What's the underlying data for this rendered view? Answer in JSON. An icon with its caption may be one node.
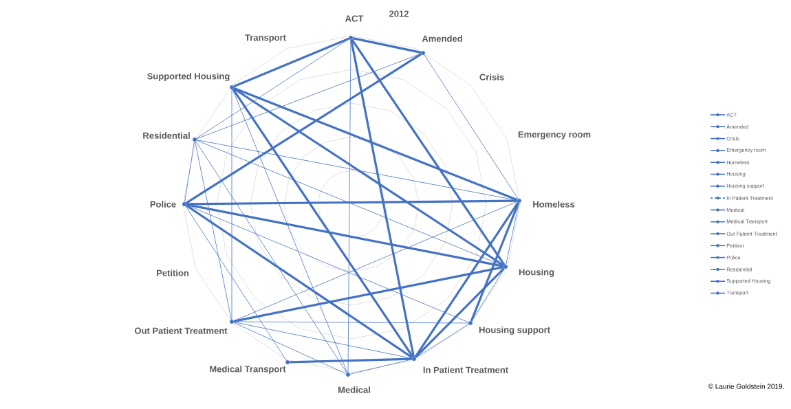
{
  "diagram": {
    "title": "2012",
    "nodes": [
      {
        "text": [],
        "shape": "circle",
        "beside": [
          "ACT"
        ]
      },
      {
        "text": [],
        "shape": "circle",
        "beside": [
          "Amended"
        ]
      },
      {
        "text": [],
        "shape": "circle",
        "beside": [
          "Homeless"
        ]
      },
      {
        "text": [],
        "shape": "circle",
        "beside": [
          "Housing"
        ]
      },
      {
        "text": [],
        "shape": "circle",
        "beside": [
          "Housing support"
        ]
      },
      {
        "text": [],
        "shape": "circle",
        "beside": [
          "In Patient Treatment"
        ]
      },
      {
        "text": [],
        "shape": "circle",
        "beside": [
          "Medical"
        ]
      },
      {
        "text": [],
        "shape": "circle",
        "beside": [
          "Medical Transport"
        ]
      },
      {
        "text": [],
        "shape": "circle",
        "beside": [
          "Out Patient Treatment"
        ]
      },
      {
        "text": [],
        "shape": "circle",
        "beside": [
          "Police"
        ]
      },
      {
        "text": [],
        "shape": "circle",
        "beside": [
          "Residential"
        ]
      },
      {
        "text": [],
        "shape": "circle",
        "beside": [
          "Supported Housing"
        ]
      }
    ],
    "edges": [
      {
        "from": 0,
        "to": 1,
        "arrow": "none",
        "style": "thick"
      },
      {
        "from": 0,
        "to": 11,
        "arrow": "none",
        "style": "thick"
      },
      {
        "from": 0,
        "to": 10,
        "arrow": "none"
      },
      {
        "from": 0,
        "to": 5,
        "arrow": "none",
        "style": "thick"
      },
      {
        "from": 0,
        "to": 3,
        "arrow": "none",
        "style": "thick"
      },
      {
        "from": 0,
        "to": 6,
        "arrow": "none"
      },
      {
        "from": 1,
        "to": 9,
        "arrow": "none",
        "style": "thick"
      },
      {
        "from": 1,
        "to": 10,
        "arrow": "none"
      },
      {
        "from": 1,
        "to": 2,
        "arrow": "none"
      },
      {
        "from": 11,
        "to": 2,
        "arrow": "none",
        "style": "thick"
      },
      {
        "from": 11,
        "to": 3,
        "arrow": "none",
        "style": "thick"
      },
      {
        "from": 11,
        "to": 8,
        "arrow": "none"
      },
      {
        "from": 11,
        "to": 5,
        "arrow": "none",
        "style": "thick"
      },
      {
        "from": 11,
        "to": 6,
        "arrow": "none"
      },
      {
        "from": 10,
        "to": 2,
        "arrow": "none"
      },
      {
        "from": 10,
        "to": 3,
        "arrow": "none"
      },
      {
        "from": 10,
        "to": 9,
        "arrow": "none"
      },
      {
        "from": 10,
        "to": 8,
        "arrow": "none"
      },
      {
        "from": 10,
        "to": 6,
        "arrow": "none"
      },
      {
        "from": 9,
        "to": 2,
        "arrow": "none",
        "style": "thick"
      },
      {
        "from": 9,
        "to": 3,
        "arrow": "none",
        "style": "thick"
      },
      {
        "from": 9,
        "to": 5,
        "arrow": "none",
        "style": "thick"
      },
      {
        "from": 9,
        "to": 4,
        "arrow": "none"
      },
      {
        "from": 9,
        "to": 7,
        "arrow": "none"
      },
      {
        "from": 8,
        "to": 3,
        "arrow": "none",
        "style": "thick"
      },
      {
        "from": 8,
        "to": 2,
        "arrow": "none"
      },
      {
        "from": 8,
        "to": 4,
        "arrow": "none"
      },
      {
        "from": 8,
        "to": 5,
        "arrow": "none"
      },
      {
        "from": 8,
        "to": 6,
        "arrow": "none"
      },
      {
        "from": 7,
        "to": 5,
        "arrow": "none",
        "style": "thick"
      },
      {
        "from": 6,
        "to": 5,
        "arrow": "none"
      },
      {
        "from": 5,
        "to": 2,
        "arrow": "none",
        "style": "thick"
      },
      {
        "from": 5,
        "to": 3,
        "arrow": "none",
        "style": "thick"
      },
      {
        "from": 5,
        "to": 4,
        "arrow": "none"
      },
      {
        "from": 3,
        "to": 4,
        "arrow": "none"
      },
      {
        "from": 2,
        "to": 4,
        "arrow": "none",
        "style": "thick"
      },
      {
        "from": 2,
        "to": 3,
        "arrow": "none"
      }
    ],
    "labels": [
      "Transport",
      "Crisis",
      "Emergency room",
      "Petition",
      "© Laurie Goldstein 2019."
    ],
    "legend": [
      {
        "text": "ACT"
      },
      {
        "text": "Amended"
      },
      {
        "text": "Crisis"
      },
      {
        "text": "Emergency room"
      },
      {
        "text": "Homeless"
      },
      {
        "text": "Housing"
      },
      {
        "text": "Housing support"
      },
      {
        "text": "In Patient Treatment"
      },
      {
        "text": "Medical"
      },
      {
        "text": "Medical Transport"
      },
      {
        "text": "Out Patient Treatment"
      },
      {
        "text": "Petition"
      },
      {
        "text": "Police"
      },
      {
        "text": "Residential"
      },
      {
        "text": "Supported Housing"
      },
      {
        "text": "Transport"
      }
    ]
  }
}
